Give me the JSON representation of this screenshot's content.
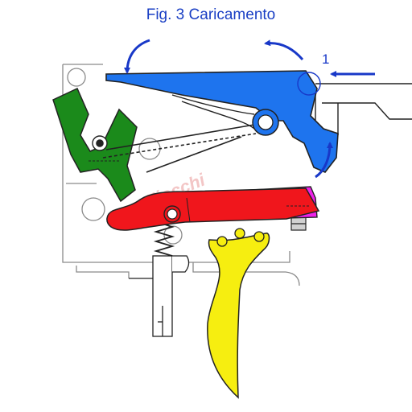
{
  "title": "Fig. 3 Caricamento",
  "callout_number": "1",
  "watermark": "Fiocchi",
  "colors": {
    "title_text": "#1a3fc4",
    "arrows": "#1838c8",
    "hammer_blue": "#1e74ee",
    "sear_green": "#1b8a1b",
    "lever_red": "#f0161c",
    "bar_magenta": "#ee22e8",
    "trigger_yellow": "#f6ee10",
    "outline": "#222222",
    "housing_line": "#8a8a8a",
    "watermark": "#f3c6c6"
  },
  "parts": [
    {
      "name": "hammer",
      "color_name": "blue"
    },
    {
      "name": "sear",
      "color_name": "green"
    },
    {
      "name": "lever",
      "color_name": "red"
    },
    {
      "name": "bar",
      "color_name": "magenta"
    },
    {
      "name": "trigger",
      "color_name": "yellow"
    }
  ]
}
